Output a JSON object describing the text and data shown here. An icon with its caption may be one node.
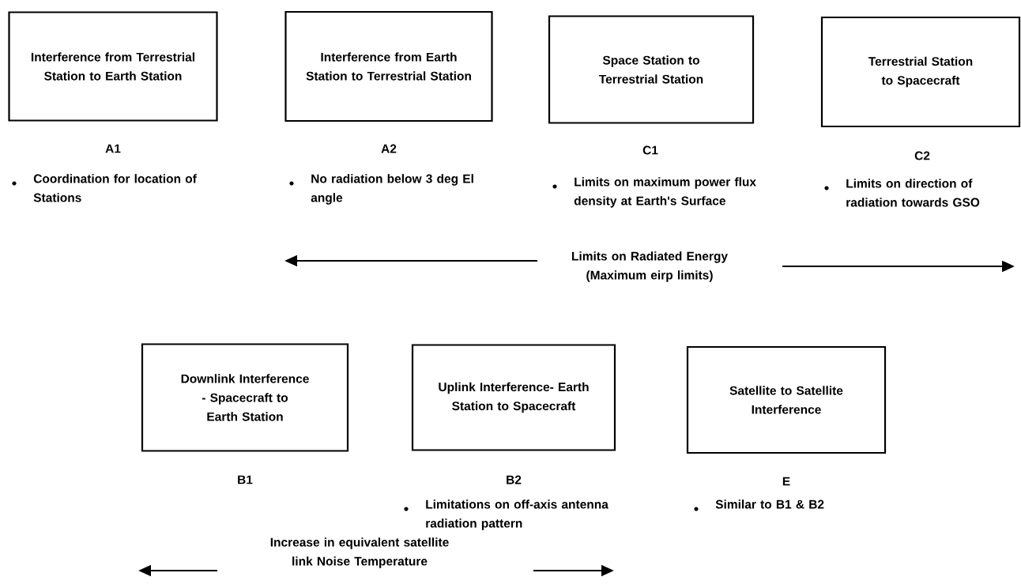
{
  "diagram": {
    "nodes": [
      {
        "text": [
          "Interference from Terrestrial Station to Earth Station"
        ],
        "beside": [
          "A1",
          "Coordination for location of Stations"
        ]
      },
      {
        "text": [
          "Interference from Earth Station to Terrestrial Station"
        ],
        "beside": [
          "A2",
          "No radiation below 3 deg El angle"
        ]
      },
      {
        "text": [
          "Space Station to Terrestrial Station"
        ],
        "beside": [
          "C1",
          "Limits on maximum power flux density at Earth's Surface"
        ]
      },
      {
        "text": [
          "Terrestrial Station to Spacecraft"
        ],
        "beside": [
          "C2",
          "Limits on direction of radiation towards GSO"
        ]
      },
      {
        "text": [
          "Downlink Interference - Spacecraft to Earth Station"
        ],
        "beside": [
          "B1"
        ]
      },
      {
        "text": [
          "Uplink Interference- Earth Station to Spacecraft"
        ],
        "beside": [
          "B2",
          "Limitations on off-axis antenna radiation pattern"
        ]
      },
      {
        "text": [
          "Satellite to Satellite Interference"
        ],
        "beside": [
          "E",
          "Similar to B1 & B2"
        ]
      }
    ],
    "labels": [
      "Limits on Radiated Energy (Maximum eirp limits)",
      "Increase in equivalent satellite link Noise Temperature"
    ]
  }
}
